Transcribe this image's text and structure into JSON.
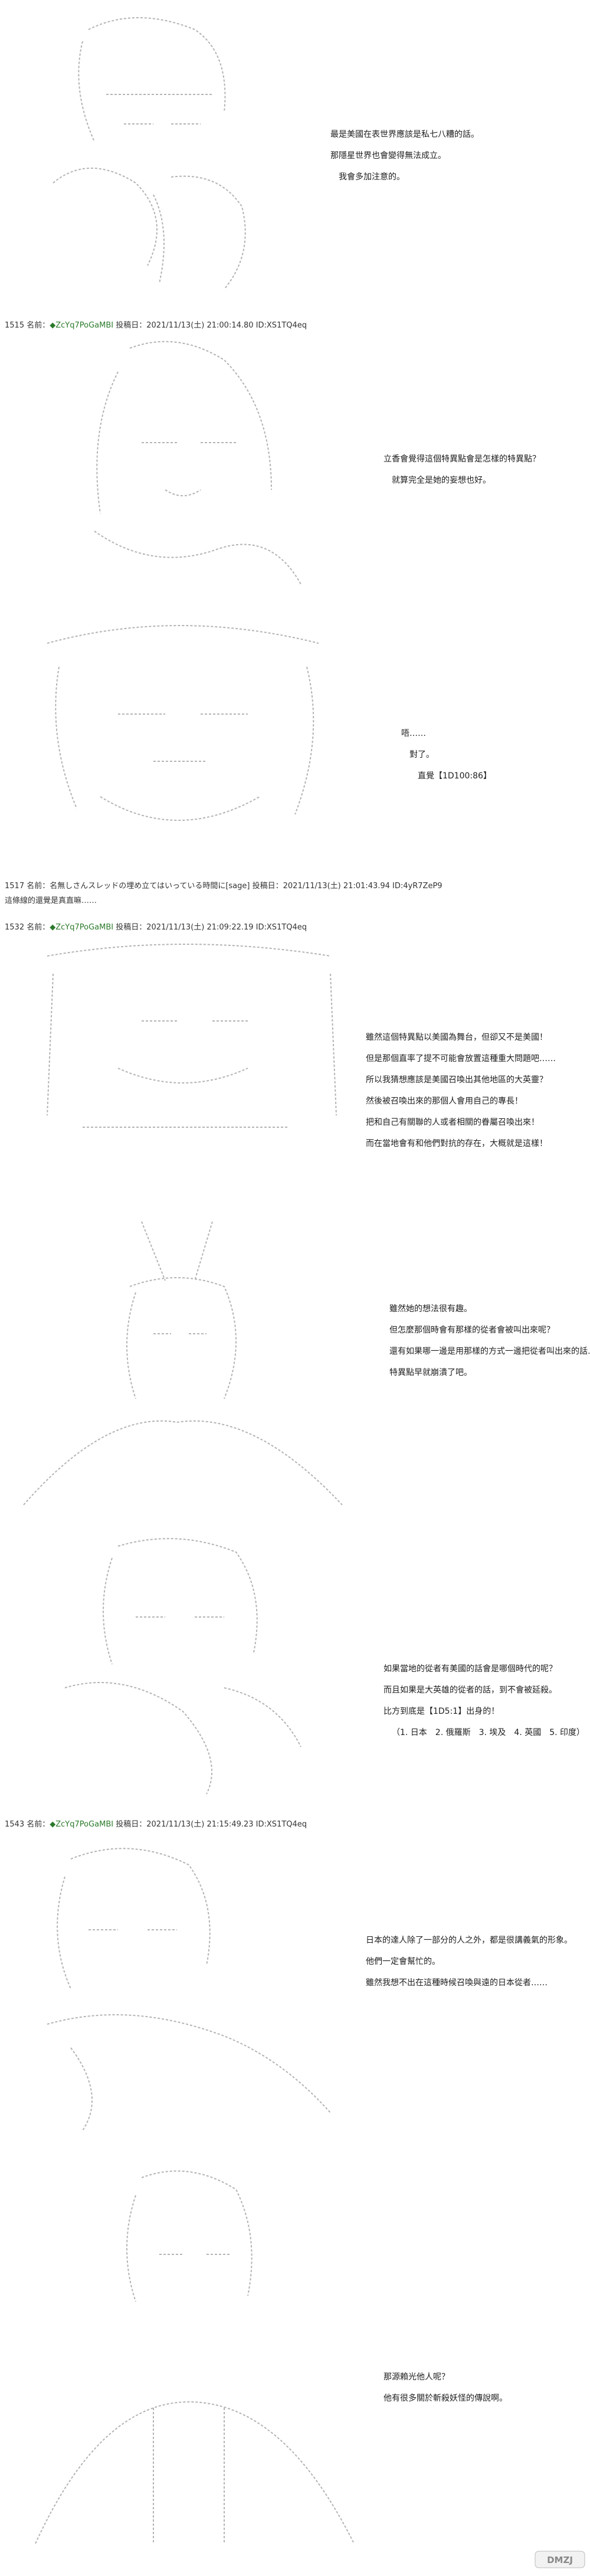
{
  "panels": [
    {
      "dialog": [
        "最是美國在表世界應該是私七八糟的話。",
        "那隱星世界也會變得無法成立。",
        "我會多加注意的。"
      ]
    },
    {
      "dialog": [
        "立香會覺得這個特異點會是怎樣的特異點？",
        "就算完全是她的妄想也好。"
      ]
    },
    {
      "dialog": [
        "唔……",
        "對了。",
        "直覺【1D100:86】"
      ]
    },
    {
      "dialog": [
        "雖然這個特異點以美國為舞台，但卻又不是美國！",
        "但是那個直率了提不可能會放置這種重大問題吧……",
        "所以我猜想應該是美國召喚出其他地區的大英靈？",
        "然後被召喚出來的那個人會用自己的專長！",
        "把和自己有關聯的人或者相關的眷屬召喚出來！",
        "而在當地會有和他們對抗的存在，大概就是這樣！"
      ]
    },
    {
      "dialog": [
        "雖然她的想法很有趣。",
        "但怎麼那個時會有那樣的從者會被叫出來呢？",
        "還有如果哪一邊是用那樣的方式一邊把從者叫出來的話……",
        "特異點早就崩潰了吧。"
      ]
    },
    {
      "dialog": [
        "如果當地的從者有美國的話會是哪個時代的呢？",
        "而且如果是大英雄的從者的話，到不會被延殺。",
        "比方到底是【1D5:1】出身的！",
        "（1. 日本　2. 俄羅斯　3. 埃及　4. 英國　5. 印度）"
      ]
    },
    {
      "dialog": [
        "日本的達人除了一部分的人之外，都是很講義氣的形象。",
        "他們一定會幫忙的。",
        "雖然我想不出在這種時候召喚與遠的日本從者……"
      ]
    },
    {
      "dialog": [
        "那源賴光他人呢？",
        "他有很多關於斬殺妖怪的傳說啊。"
      ]
    }
  ],
  "posts": [
    {
      "number": "1515",
      "name_label": "名前：",
      "name": "◆ZcYq7PoGaMBI",
      "date_label": "投稿日：",
      "date": "2021/11/13(土) 21:00:14.80",
      "id_label": "ID:",
      "id": "XS1TQ4eq"
    },
    {
      "number": "1517",
      "name_label": "名前：",
      "name": "名無しさんスレッドの埋め立てはいっている時間に[sage]",
      "date_label": "投稿日：",
      "date": "2021/11/13(土) 21:01:43.94",
      "id_label": "ID:",
      "id": "4yR7ZeP9"
    },
    {
      "number": "1532",
      "name_label": "名前：",
      "name": "◆ZcYq7PoGaMBI",
      "date_label": "投稿日：",
      "date": "2021/11/13(土) 21:09:22.19",
      "id_label": "ID:",
      "id": "XS1TQ4eq"
    },
    {
      "number": "1543",
      "name_label": "名前：",
      "name": "◆ZcYq7PoGaMBI",
      "date_label": "投稿日：",
      "date": "2021/11/13(土) 21:15:49.23",
      "id_label": "ID:",
      "id": "XS1TQ4eq"
    }
  ],
  "reply_text": "這條線的還覺是真直嘛……",
  "watermark": "DMZJ",
  "colors": {
    "background": "#ffffff",
    "text": "#222222",
    "name_green": "#2b7a2b",
    "art": "#555555"
  }
}
